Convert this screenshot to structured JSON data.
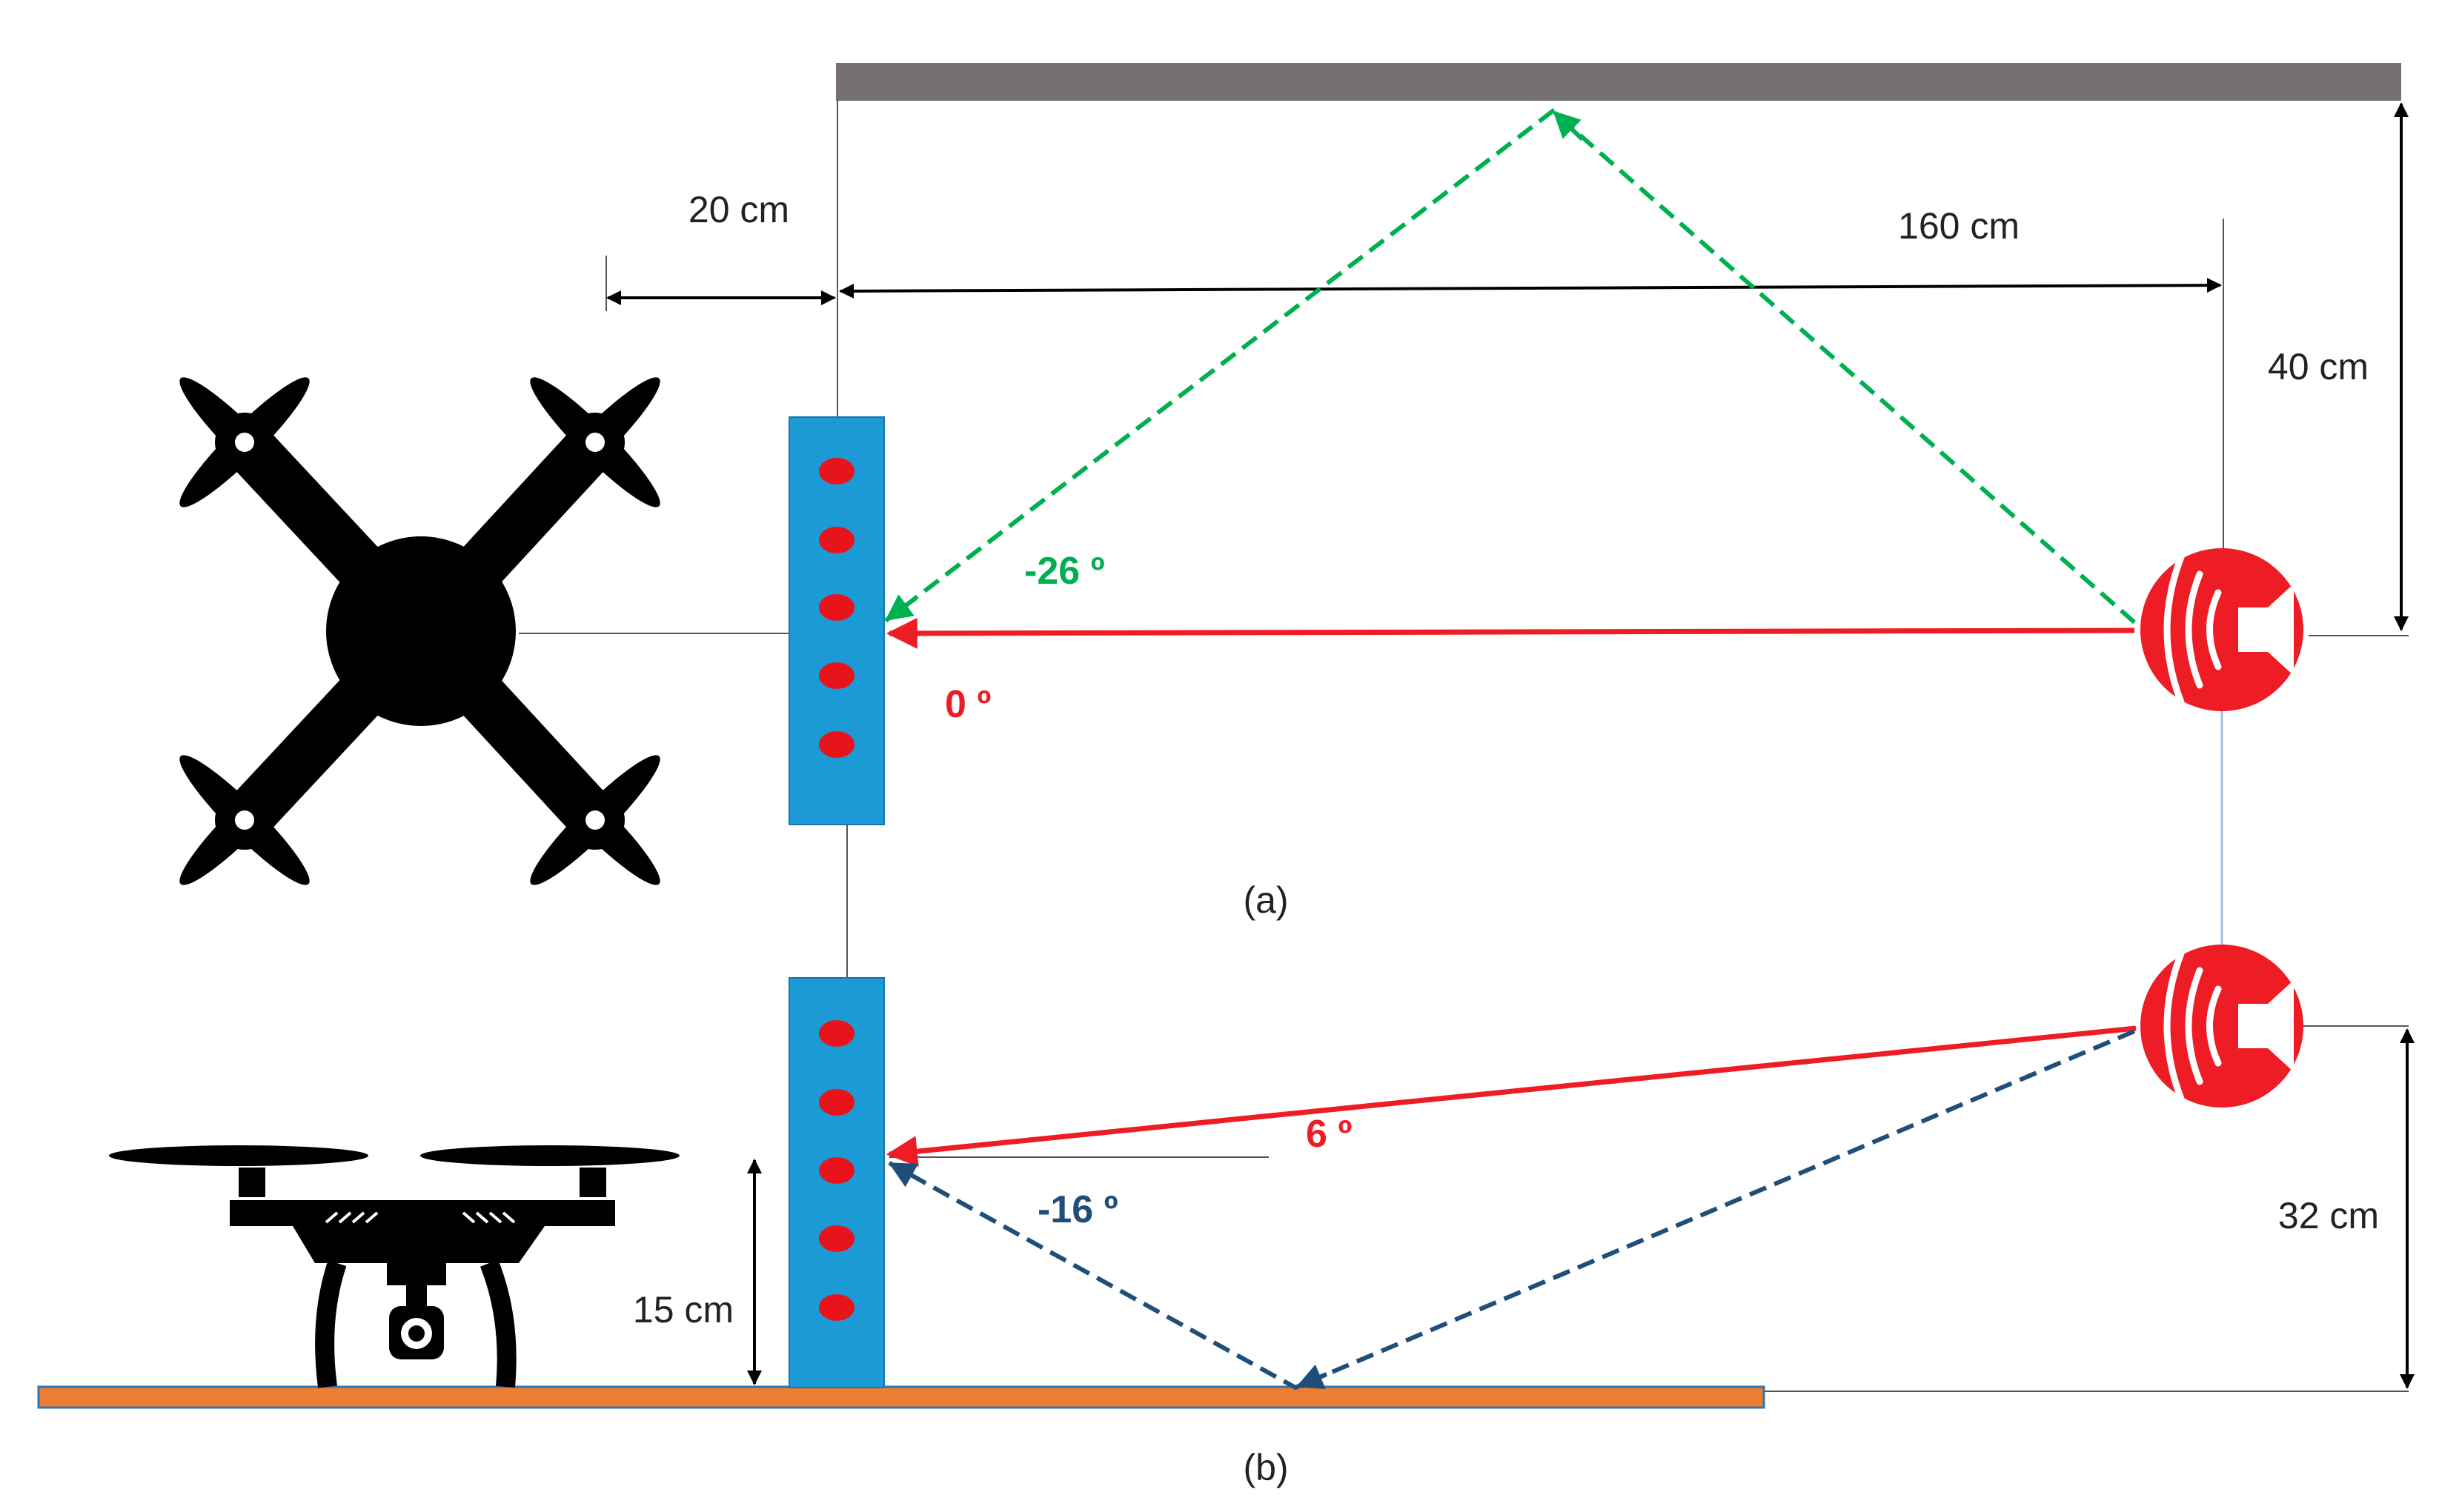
{
  "labels": {
    "dim_mic_offset": "20 cm",
    "dim_source_distance": "160 cm",
    "dim_wall_distance": "40 cm",
    "dim_mic_height": "15 cm",
    "dim_source_height": "32 cm",
    "panel_a": "(a)",
    "panel_b": "(b)"
  },
  "angles": {
    "wall_reflection": "-26 º",
    "direct_top": "0 º",
    "direct_side": "6 º",
    "floor_reflection": "-16 º"
  },
  "colors": {
    "wall": "#767171",
    "floor": "#ed7d31",
    "floor_outline": "#2e75b6",
    "mic_array": "#1c9ad6",
    "mic_dot": "#e8131b",
    "direct_path": "#ee1c24",
    "wall_reflection": "#00b050",
    "floor_reflection": "#1f4e79",
    "source": "#ee1c24",
    "drone": "#000000",
    "dimension": "#000000"
  },
  "icons": {
    "drone_top": "quadcopter-top-view-icon",
    "drone_side": "quadcopter-side-view-icon",
    "source": "loudspeaker-icon"
  }
}
